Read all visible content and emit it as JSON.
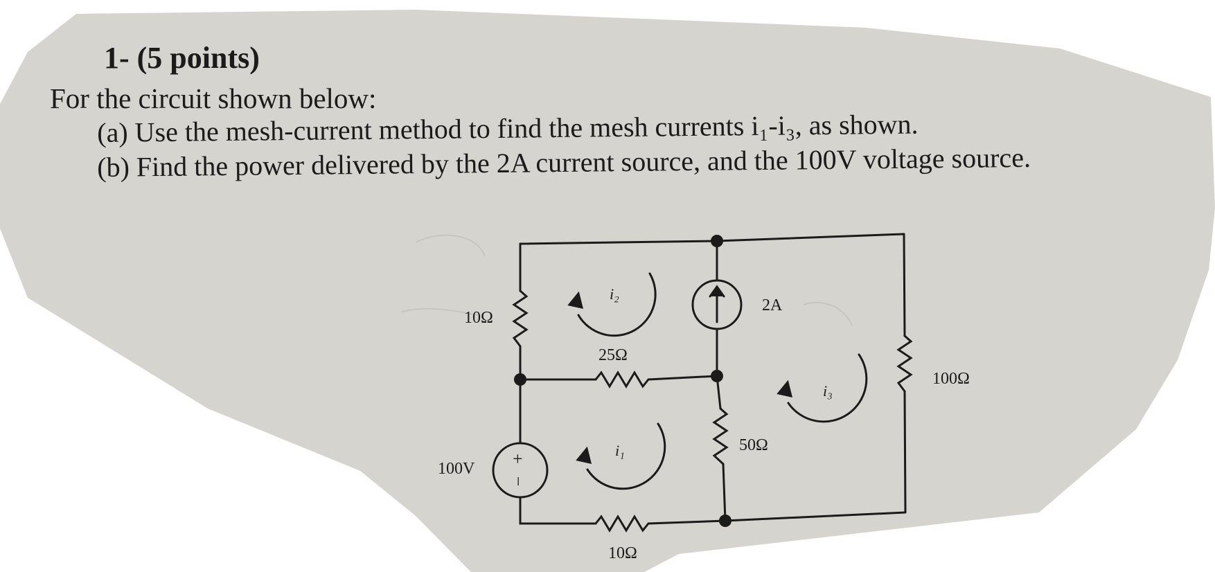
{
  "problem": {
    "title": "1- (5 points)",
    "intro": "For the circuit shown below:",
    "part_a": "(a) Use the mesh-current method to find the mesh currents i₁-i₃, as shown.",
    "part_b": "(b) Find the power delivered by the 2A current source, and the 100V voltage source."
  },
  "circuit": {
    "labels": {
      "r_top_left": "10Ω",
      "r_middle": "25Ω",
      "current_source": "2A",
      "r_right": "100Ω",
      "r_center": "50Ω",
      "voltage_source": "100V",
      "r_bottom": "10Ω",
      "plus_sign": "+",
      "minus_sign": "−"
    },
    "mesh_labels": {
      "i1": "i₁",
      "i2": "i₂",
      "i3": "i₃"
    }
  },
  "colors": {
    "paper": "#d6d4cf",
    "ink": "#1b1b1b",
    "background": "#ffffff"
  }
}
